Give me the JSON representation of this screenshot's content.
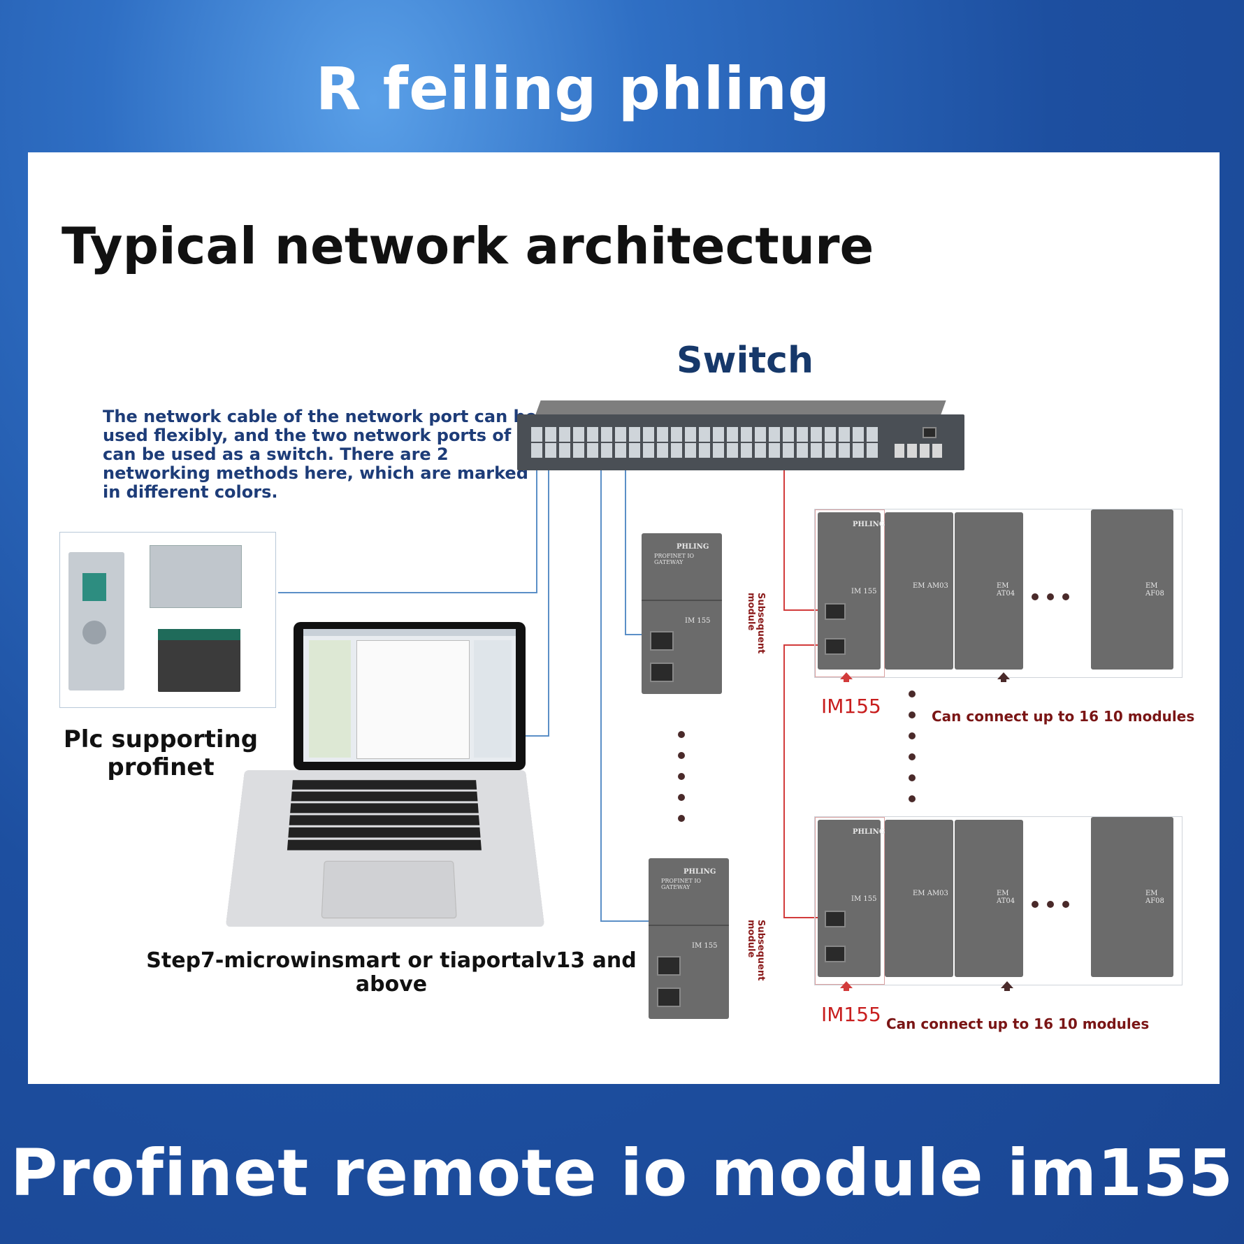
{
  "header": {
    "brand": "R feiling phling"
  },
  "panel": {
    "title": "Typical network architecture",
    "switch_title": "Switch",
    "note": "The network cable of the network port can be used flexibly, and the two network ports of pn can be used as a switch. There are 2 networking methods here, which are marked in different colors.",
    "plc_caption": "Plc supporting profinet",
    "software_caption": "Step7-microwinsmart or tiaportalv13 and above",
    "subsequent_label": "Subsequent module",
    "device_brand": "PHLING",
    "device_model": "PROFINET IO GATEWAY",
    "device_name": "IM 155",
    "module_labels": [
      "EM AM03",
      "EM AT04",
      "EM AF08"
    ],
    "im155_label": "IM155",
    "capacity_label": "Can connect up to 16 10 modules"
  },
  "footer": {
    "title": "Profinet remote io module im155"
  },
  "colors": {
    "blue_line": "#5b8fc7",
    "red_line": "#d23b3b",
    "accent": "#1d4fa0"
  }
}
